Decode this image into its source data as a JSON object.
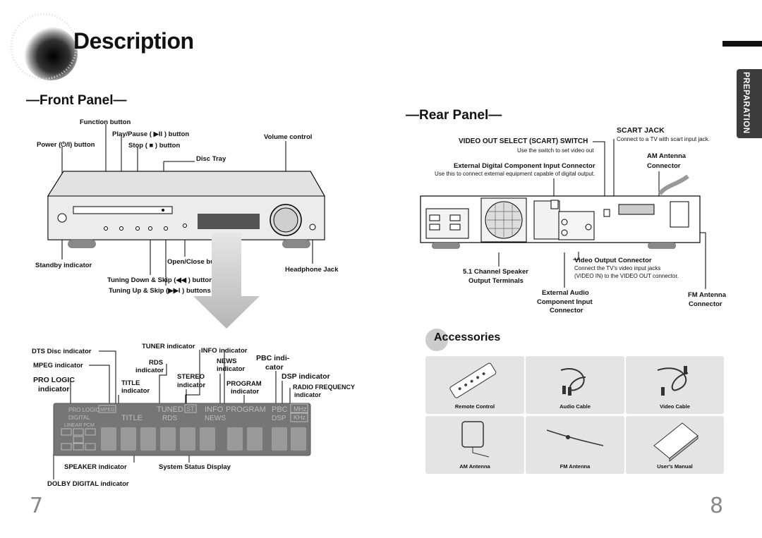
{
  "header": {
    "title": "Description",
    "side_tab": "PREPARATION"
  },
  "front": {
    "heading": "—Front Panel—",
    "labels": {
      "function": "Function button",
      "play": "Play/Pause ( ▶II ) button",
      "power": "Power (⏻/I) button",
      "stop": "Stop ( ■ ) button",
      "volume": "Volume control",
      "disc": "Disc Tray",
      "standby": "Standby indicator",
      "openclose": "Open/Close button",
      "headphone": "Headphone Jack",
      "tune_down": "Tuning Down & Skip (◀◀ ) buttons",
      "tune_up": "Tuning Up & Skip (▶▶I ) buttons"
    }
  },
  "display": {
    "labels": {
      "dts": "DTS Disc indicator",
      "mpeg": "MPEG indicator",
      "prologic": "PRO LOGIC",
      "prologic2": "indicator",
      "tuner": "TUNER indicator",
      "rds": "RDS",
      "rds2": "indicator",
      "title": "TITLE",
      "title2": "indicator",
      "stereo": "STEREO",
      "stereo2": "indicator",
      "info": "INFO indicator",
      "news": "NEWS",
      "news2": "indicator",
      "program": "PROGRAM",
      "program2": "indicator",
      "pbc": "PBC indi-",
      "pbc2": "cator",
      "dsp": "DSP indicator",
      "radio": "RADIO FREQUENCY",
      "radio2": "indicator",
      "speaker": "SPEAKER indicator",
      "system": "System Status Display",
      "dolby": "DOLBY DIGITAL indicator"
    }
  },
  "rear": {
    "heading": "—Rear Panel—",
    "labels": {
      "scart": "SCART JACK",
      "scart_desc": "Connect to a TV with scart input jack.",
      "video_select": "VIDEO OUT SELECT (SCART) SWITCH",
      "video_select_desc": "Use the switch to set video out",
      "am": "AM Antenna",
      "am2": "Connector",
      "ext_digital": "External Digital Component Input Connector",
      "ext_digital_desc": "Use this to connect external equipment capable of digital output.",
      "video_out": "Video Output Connector",
      "video_out_desc1": "Connect the TV's video input jacks",
      "video_out_desc2": "(VIDEO IN) to the VIDEO OUT connector.",
      "speaker51": "5.1 Channel Speaker",
      "speaker51b": "Output Terminals",
      "ext_audio": "External Audio",
      "ext_audio2": "Component Input",
      "ext_audio3": "Connector",
      "fm": "FM Antenna",
      "fm2": "Connector"
    }
  },
  "accessories": {
    "heading": "Accessories",
    "items": [
      "Remote Control",
      "Audio Cable",
      "Video Cable",
      "AM Antenna",
      "FM Antenna",
      "User's Manual"
    ]
  },
  "pages": {
    "left": "7",
    "right": "8"
  }
}
